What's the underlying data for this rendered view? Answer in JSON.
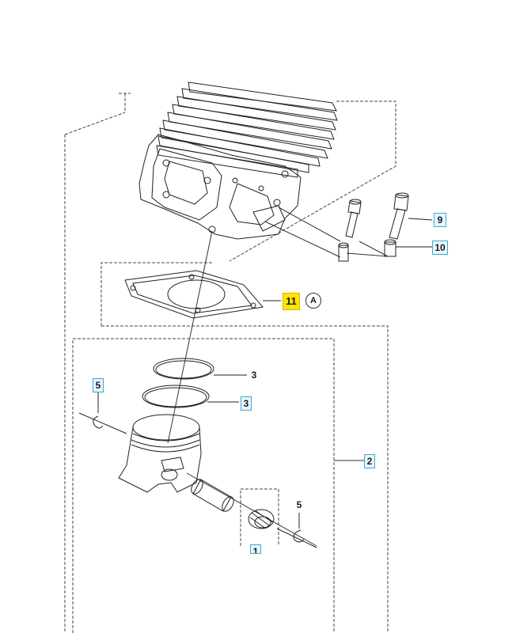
{
  "callouts": {
    "c9": "9",
    "c10": "10",
    "c11": "11",
    "cA": "A",
    "c3a": "3",
    "c3b": "3",
    "c5a": "5",
    "c5b": "5",
    "c2": "2",
    "c1": "1"
  },
  "colors": {
    "line": "#222222",
    "callout_box_border": "#3fa6d6",
    "callout_box_fill": "#e9f6fc",
    "highlight": "#ffe500"
  }
}
